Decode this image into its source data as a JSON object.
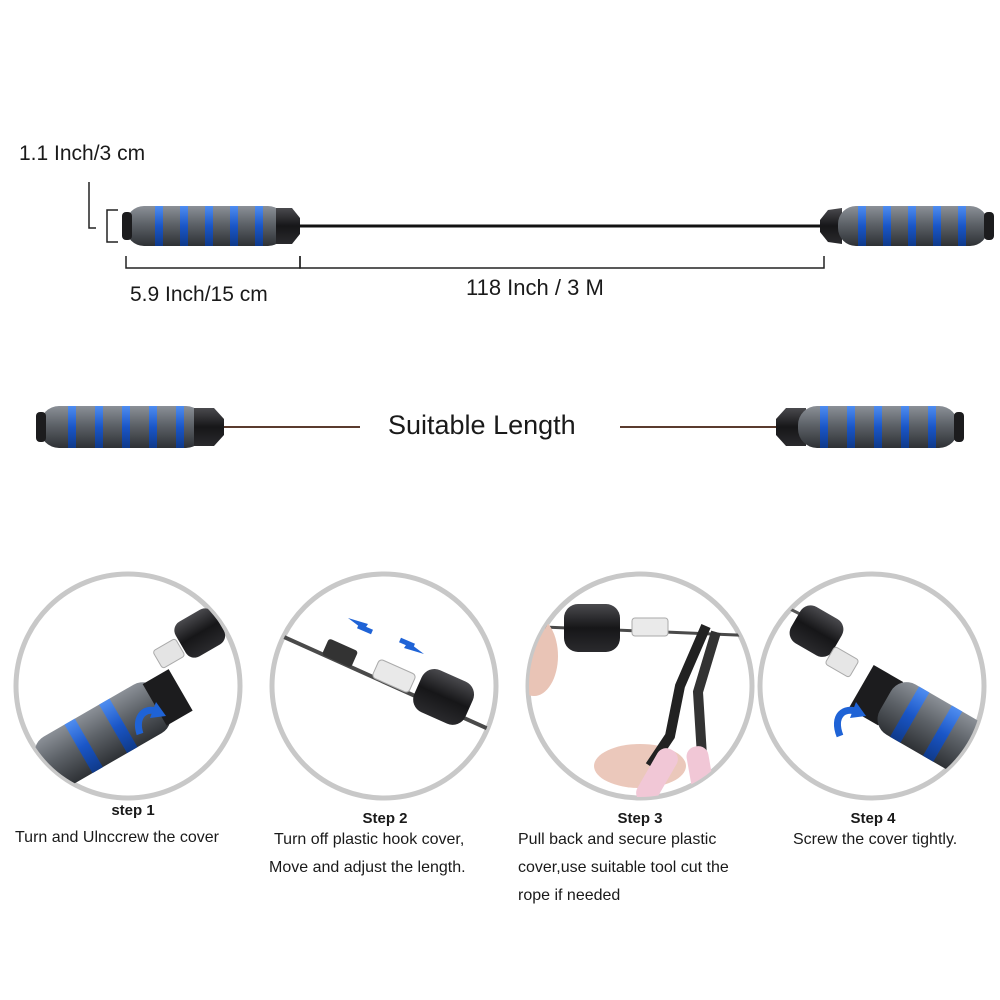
{
  "dimensions": {
    "handle_diameter": "1.1 Inch/3 cm",
    "handle_length": "5.9 Inch/15 cm",
    "rope_length": "118 Inch / 3 M"
  },
  "middle": {
    "label": "Suitable Length"
  },
  "steps": [
    {
      "title": "step 1",
      "lines": [
        "Turn and Ulnccrew the cover"
      ]
    },
    {
      "title": "Step 2",
      "lines": [
        "Turn off plastic hook cover,",
        "Move and adjust the length."
      ]
    },
    {
      "title": "Step 3",
      "lines": [
        "Pull back and secure plastic",
        "cover,use suitable tool cut the",
        "rope if needed"
      ]
    },
    {
      "title": "Step 4",
      "lines": [
        "Screw the cover tightly."
      ]
    }
  ],
  "colors": {
    "foam_grey": "#6e737a",
    "accent_blue": "#1f63d6",
    "cap_black": "#1c1c1e",
    "circle_border": "#c8c8c8"
  }
}
